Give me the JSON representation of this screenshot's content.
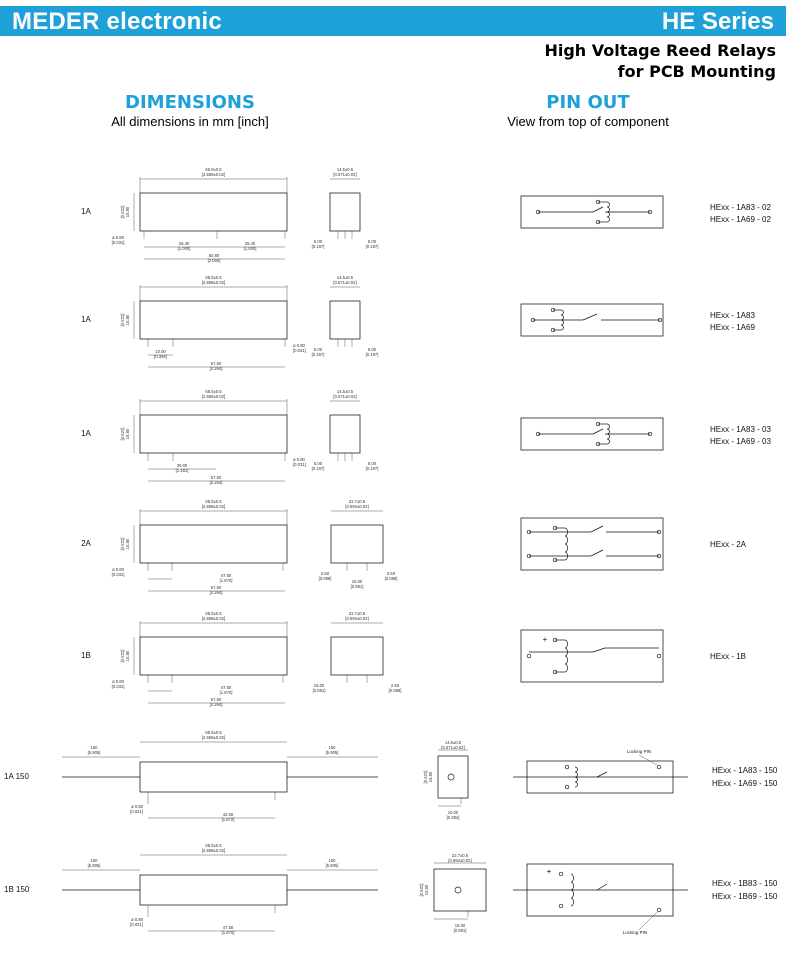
{
  "header": {
    "brand": "MEDER electronic",
    "series": "HE Series",
    "subtitle_line1": "High Voltage Reed Relays",
    "subtitle_line2": "for PCB Mounting"
  },
  "sections": {
    "dimensions_title": "DIMENSIONS",
    "dimensions_sub": "All dimensions in mm [inch]",
    "pinout_title": "PIN OUT",
    "pinout_sub": "View from top of component"
  },
  "rows": [
    {
      "label": "1A",
      "length": "65.0±0.5",
      "length_in": "[2.559±0.02]",
      "height": "15.80",
      "height_in": "[0.622]",
      "width": "14.5±0.5",
      "width_in": "[0.571±0.02]",
      "pin_dia": "ø 0.80",
      "pin_dia_in": "[0.031]",
      "dims_bottom": [
        "25.40",
        "[1.000]",
        "25.40",
        "[1.000]",
        "50.80",
        "[2.000]"
      ],
      "side_dims": [
        "5.00",
        "[0.197]",
        "5.00",
        "[0.197]"
      ],
      "part_numbers": [
        "HExx - 1A83 - 02",
        "HExx - 1A69 - 02"
      ]
    },
    {
      "label": "1A",
      "length": "65.0±0.5",
      "length_in": "[2.559±0.02]",
      "height": "15.80",
      "height_in": "[0.622]",
      "width": "14.5±0.5",
      "width_in": "[0.571±0.02]",
      "pin_dia": "ø 0.80",
      "pin_dia_in": "[0.031]",
      "dims_bottom": [
        "10.00",
        "[0.394]",
        "57.50",
        "[2.264]"
      ],
      "side_dims": [
        "5.00",
        "[0.197]",
        "5.00",
        "[0.197]"
      ],
      "part_numbers": [
        "HExx - 1A83",
        "HExx - 1A69"
      ]
    },
    {
      "label": "1A",
      "length": "65.0±0.5",
      "length_in": "[2.559±0.02]",
      "height": "15.80",
      "height_in": "[0.622]",
      "width": "14.5±0.5",
      "width_in": "[0.571±0.02]",
      "pin_dia": "ø 0.80",
      "pin_dia_in": "[0.031]",
      "dims_bottom": [
        "30.00",
        "[1.181]",
        "57.50",
        "[2.264]"
      ],
      "side_dims": [
        "5.00",
        "[0.197]",
        "5.00",
        "[0.197]"
      ],
      "part_numbers": [
        "HExx - 1A83 - 03",
        "HExx - 1A69 - 03"
      ]
    },
    {
      "label": "2A",
      "length": "65.0±0.5",
      "length_in": "[2.559±0.02]",
      "height": "15.80",
      "height_in": "[0.622]",
      "width": "22.7±0.5",
      "width_in": "[0.894±0.02]",
      "pin_dia": "ø 0.80",
      "pin_dia_in": "[0.031]",
      "dims_bottom": [
        "47.50",
        "[1.870]",
        "57.50",
        "[2.264]"
      ],
      "side_dims": [
        "2.50",
        "[0.098]",
        "15.00",
        "[0.591]",
        "2.50",
        "[0.098]"
      ],
      "part_numbers": [
        "HExx - 2A"
      ]
    },
    {
      "label": "1B",
      "length": "65.0±0.5",
      "length_in": "[2.559±0.02]",
      "height": "15.80",
      "height_in": "[0.622]",
      "width": "22.7±0.5",
      "width_in": "[0.894±0.02]",
      "pin_dia": "ø 0.80",
      "pin_dia_in": "[0.031]",
      "dims_bottom": [
        "47.50",
        "[1.870]",
        "57.50",
        "[2.264]"
      ],
      "side_dims": [
        "15.00",
        "[0.591]",
        "2.50",
        "[0.098]"
      ],
      "part_numbers": [
        "HExx - 1B"
      ]
    },
    {
      "label": "1A 150",
      "length": "65.0±0.5",
      "length_in": "[2.559±0.02]",
      "lead": "150",
      "lead_in": "[5.905]",
      "height": "15.80",
      "height_in": "[0.622]",
      "width": "14.5±0.5",
      "width_in": "[0.571±0.02]",
      "pin_dia": "ø 0.80",
      "pin_dia_in": "[0.031]",
      "dims_bottom": [
        "42.50",
        "[1.672]"
      ],
      "side_dims": [
        "10.00",
        "[0.394]"
      ],
      "locking": "Locking PIN",
      "part_numbers": [
        "HExx - 1A83 - 150",
        "HExx - 1A69 - 150"
      ]
    },
    {
      "label": "1B 150",
      "length": "65.0±0.5",
      "length_in": "[2.559±0.02]",
      "lead": "150",
      "lead_in": "[5.905]",
      "height": "15.80",
      "height_in": "[0.622]",
      "width": "22.7±0.5",
      "width_in": "[0.894±0.02]",
      "pin_dia": "ø 0.80",
      "pin_dia_in": "[0.031]",
      "dims_bottom": [
        "47.50",
        "[1.870]"
      ],
      "side_dims": [
        "15.00",
        "[0.591]"
      ],
      "locking": "Locking PIN",
      "part_numbers": [
        "HExx - 1B83 - 150",
        "HExx - 1B69 - 150"
      ]
    }
  ]
}
